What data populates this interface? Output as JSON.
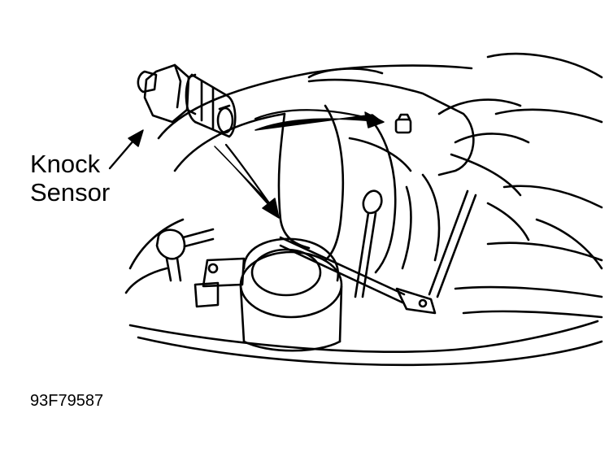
{
  "diagram": {
    "callout_label": {
      "line1": "Knock",
      "line2": "Sensor"
    },
    "figure_id": "93F79587",
    "colors": {
      "ink": "#000000",
      "paper": "#ffffff"
    }
  }
}
